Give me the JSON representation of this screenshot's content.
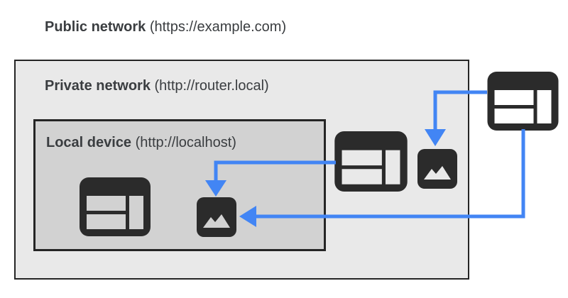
{
  "diagram": {
    "public": {
      "name": "Public network",
      "url": "(https://example.com)"
    },
    "private": {
      "name": "Private network",
      "url": "(http://router.local)"
    },
    "local": {
      "name": "Local device",
      "url": "(http://localhost)"
    }
  },
  "icons": {
    "browser": "browser-window-icon",
    "image": "image-icon"
  },
  "arrows": [
    {
      "from": "private-network-browser",
      "to": "local-device-image",
      "meaning": "request from private network page to localhost resource"
    },
    {
      "from": "public-network-browser",
      "to": "private-network-image",
      "meaning": "request from public page to private network resource"
    },
    {
      "from": "public-network-browser",
      "to": "local-device-image",
      "meaning": "request from public page to localhost resource"
    }
  ],
  "colors": {
    "arrow_blue": "#4285f4",
    "private_box_bg": "#e9e9e9",
    "local_box_bg": "#d2d2d2",
    "border_dark": "#252525",
    "icon_dark": "#2b2b2b",
    "text_dark": "#3a3d40",
    "page_bg": "#ffffff"
  }
}
